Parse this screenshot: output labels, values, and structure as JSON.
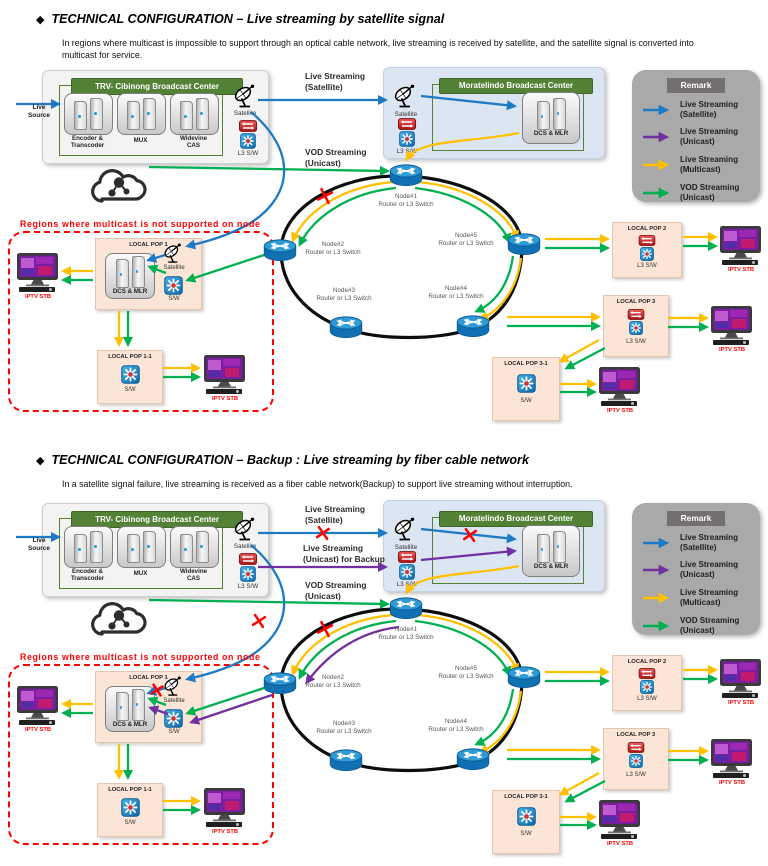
{
  "colors": {
    "blue": "#1e7ac4",
    "purple": "#7030a0",
    "yellow": "#ffc000",
    "green": "#00b050",
    "red": "#ff0000",
    "green_header": "#538135"
  },
  "legend": {
    "title": "Remark",
    "items": [
      {
        "line1": "Live Streaming",
        "line2": "(Satellite)",
        "color": "#1e7ac4"
      },
      {
        "line1": "Live Streaming",
        "line2": "(Unicast)",
        "color": "#7030a0"
      },
      {
        "line1": "Live Streaming",
        "line2": "(Multicast)",
        "color": "#ffc000"
      },
      {
        "line1": "VOD Streaming",
        "line2": "(Unicast)",
        "color": "#00b050"
      }
    ]
  },
  "shared": {
    "trv": {
      "title": "TRV- Cibinong Broadcast Center",
      "live_source": "Live\nSource",
      "servers": [
        "Encoder &\nTranscoder",
        "MUX",
        "Widevine\nCAS"
      ],
      "satellite": "Satellite",
      "l3sw": "L3 S/W"
    },
    "moratelindo": {
      "title": "Moratelindo Broadcast Center",
      "satellite": "Satellite",
      "l3sw": "L3 S/W",
      "dcs": "DCS & MLR"
    },
    "region_label": "Regions where multicast is not supported on node",
    "nodes": [
      {
        "name": "Node#1",
        "type": "Router or L3 Switch"
      },
      {
        "name": "Node#2",
        "type": "Router or L3 Switch"
      },
      {
        "name": "Node#3",
        "type": "Router or L3 Switch"
      },
      {
        "name": "Node#4",
        "type": "Router or L3 Switch"
      },
      {
        "name": "Node#5",
        "type": "Router or L3 Switch"
      }
    ],
    "pops": {
      "pop1": {
        "title": "LOCAL POP 1",
        "dcs": "DCS & MLR",
        "satellite": "Satellite",
        "sw": "S/W"
      },
      "pop1_1": {
        "title": "LOCAL POP 1-1",
        "sw": "S/W"
      },
      "pop2": {
        "title": "LOCAL POP 2",
        "sw": "L3 S/W"
      },
      "pop3": {
        "title": "LOCAL POP 3",
        "sw": "L3 S/W"
      },
      "pop3_1": {
        "title": "LOCAL POP 3-1",
        "sw": "S/W"
      }
    },
    "iptv_stb": "IPTV STB"
  },
  "sections": [
    {
      "bullet": "◆",
      "title": "TECHNICAL CONFIGURATION – Live streaming by satellite signal",
      "description": "In regions where multicast is impossible to support through an optical cable network, live streaming is received by satellite, and the satellite signal is converted into multicast for service.",
      "flow_labels": {
        "satellite": {
          "line1": "Live Streaming",
          "line2": "(Satellite)"
        },
        "vod": {
          "line1": "VOD Streaming",
          "line2": "(Unicast)"
        }
      }
    },
    {
      "bullet": "◆",
      "title": "TECHNICAL CONFIGURATION – Backup : Live streaming by fiber cable network",
      "description": "In a satellite signal failure, live streaming is received as a fiber cable network(Backup) to support live streaming without interruption.",
      "flow_labels": {
        "satellite": {
          "line1": "Live Streaming",
          "line2": "(Satellite)"
        },
        "backup": {
          "line1": "Live Streaming",
          "line2": "(Unicast) for Backup"
        },
        "vod": {
          "line1": "VOD Streaming",
          "line2": "(Unicast)"
        }
      }
    }
  ]
}
